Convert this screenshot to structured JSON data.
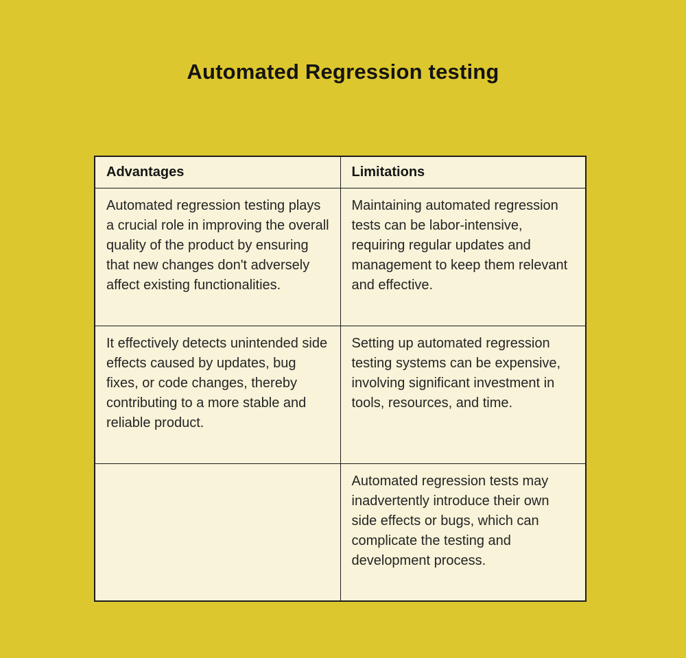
{
  "title": "Automated Regression testing",
  "colors": {
    "page_background": "#ddc72e",
    "cell_background": "#f8f3d9",
    "border": "#1c1c1c",
    "text": "#242424"
  },
  "table": {
    "headers": [
      "Advantages",
      "Limitations"
    ],
    "rows": [
      {
        "advantage": "Automated regression testing plays a crucial role in improving the overall quality of the product by ensuring that new changes don't adversely affect existing functionalities.",
        "limitation": "Maintaining automated regression tests can be labor-intensive, requiring regular updates and management to keep them relevant and effective."
      },
      {
        "advantage": "It effectively detects unintended side effects caused by updates, bug fixes, or code changes, thereby contributing to a more stable and reliable product.",
        "limitation": "Setting up automated regression testing systems can be expensive, involving significant investment in tools, resources, and time."
      },
      {
        "advantage": "",
        "limitation": "Automated regression tests may inadvertently introduce their own side effects or bugs, which can complicate the testing and development process."
      }
    ]
  }
}
